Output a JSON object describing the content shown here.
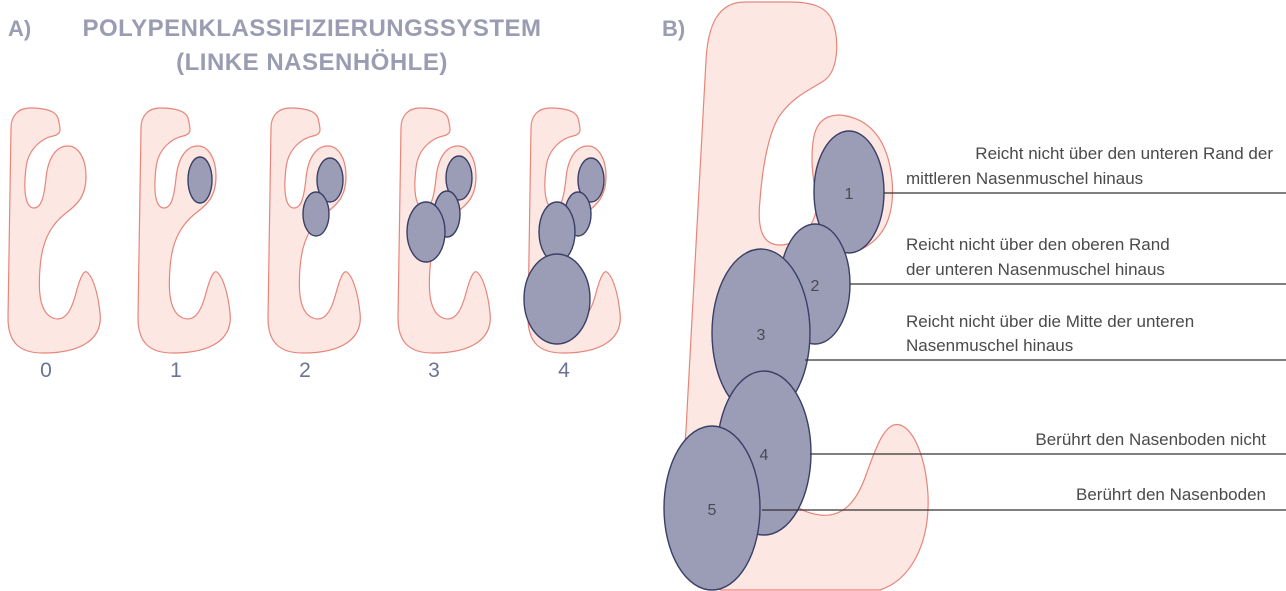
{
  "panel_a": {
    "letter": "A)",
    "title_line1": "POLYPENKLASSIFIZIERUNGSSYSTEM",
    "title_line2": "(LINKE NASENHÖHLE)",
    "stages": [
      "0",
      "1",
      "2",
      "3",
      "4"
    ]
  },
  "panel_b": {
    "letter": "B)",
    "polyp_numbers": [
      "1",
      "2",
      "3",
      "4",
      "5"
    ],
    "descriptions": [
      {
        "line1": "Reicht nicht über den unteren Rand der",
        "line2": "mittleren Nasenmuschel hinaus"
      },
      {
        "line1": "Reicht nicht über den oberen Rand",
        "line2": "der unteren Nasenmuschel hinaus"
      },
      {
        "line1": "Reicht nicht über die Mitte der unteren",
        "line2": "Nasenmuschel hinaus"
      },
      {
        "line1": "Berührt den Nasenboden nicht"
      },
      {
        "line1": "Berührt den Nasenboden"
      }
    ]
  },
  "colors": {
    "cavity_fill": "#fde7e3",
    "cavity_stroke": "#e8857a",
    "polyp_fill": "#9a9db5",
    "polyp_stroke": "#3a3f66",
    "title": "#9a9cb2",
    "stage_label": "#6b7394"
  }
}
